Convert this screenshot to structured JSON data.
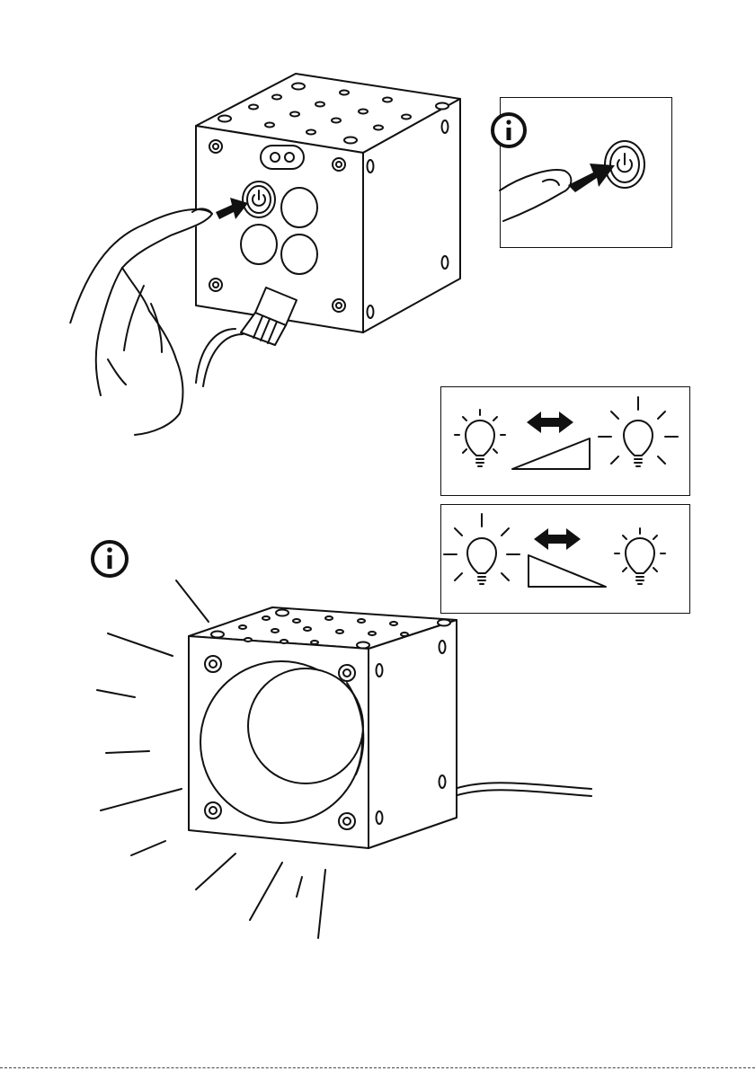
{
  "illustration": {
    "steps": [
      {
        "id": "power-on",
        "icon": "power-icon",
        "note_icon": "info-icon"
      },
      {
        "id": "dimming",
        "icons": [
          "bulb-icon",
          "double-arrow-icon",
          "ramp-icon"
        ]
      },
      {
        "id": "lamp-glow",
        "note_icon": "info-icon"
      }
    ]
  },
  "colors": {
    "ink": "#111111",
    "paper": "#ffffff"
  }
}
